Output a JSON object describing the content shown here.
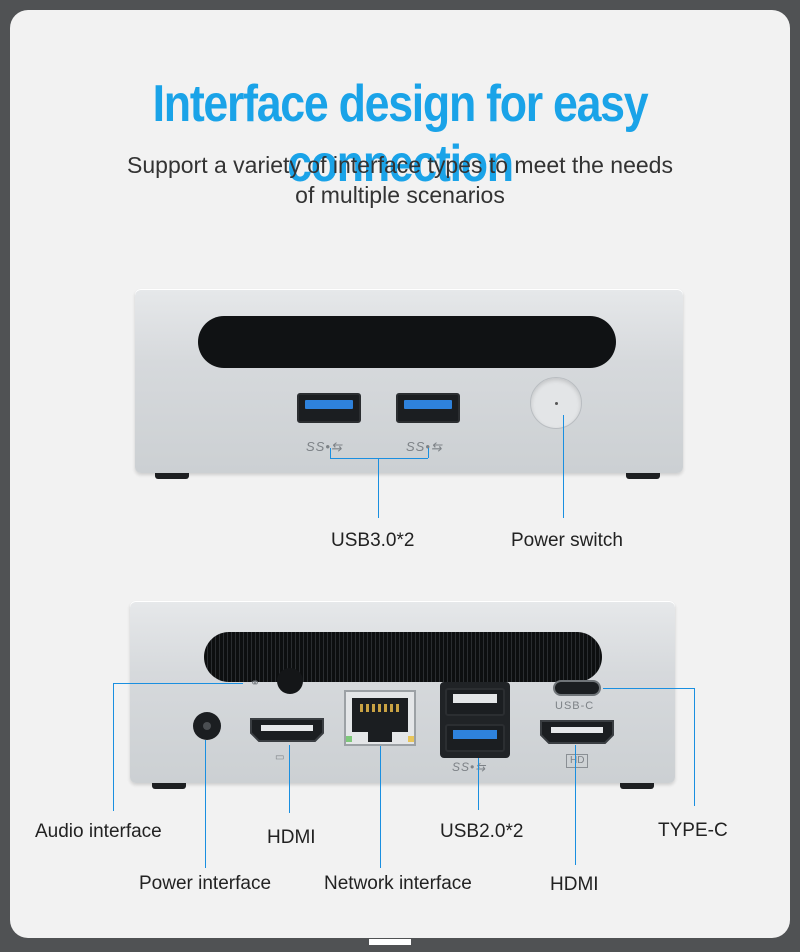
{
  "heading": {
    "title": "Interface design for easy connection",
    "subtitle_line1": "Support a variety of interface types to meet the needs",
    "subtitle_line2": "of multiple scenarios"
  },
  "front": {
    "usb_label": "USB3.0*2",
    "power_label": "Power switch",
    "port_mark": "SS•⇆"
  },
  "back": {
    "audio_label": "Audio interface",
    "hdmi_left_label": "HDMI",
    "power_label": "Power interface",
    "network_label": "Network interface",
    "usb2_label": "USB2.0*2",
    "hdmi_right_label": "HDMI",
    "typec_label": "TYPE-C",
    "usbc_mark": "USB-C",
    "hd_mark": "HD",
    "ss_mark": "SS•⇆"
  },
  "colors": {
    "accent": "#1aa3e8",
    "leader_line": "#1a8fe0",
    "background": "#f2f2f2",
    "usb3_blue": "#2e82dc"
  }
}
